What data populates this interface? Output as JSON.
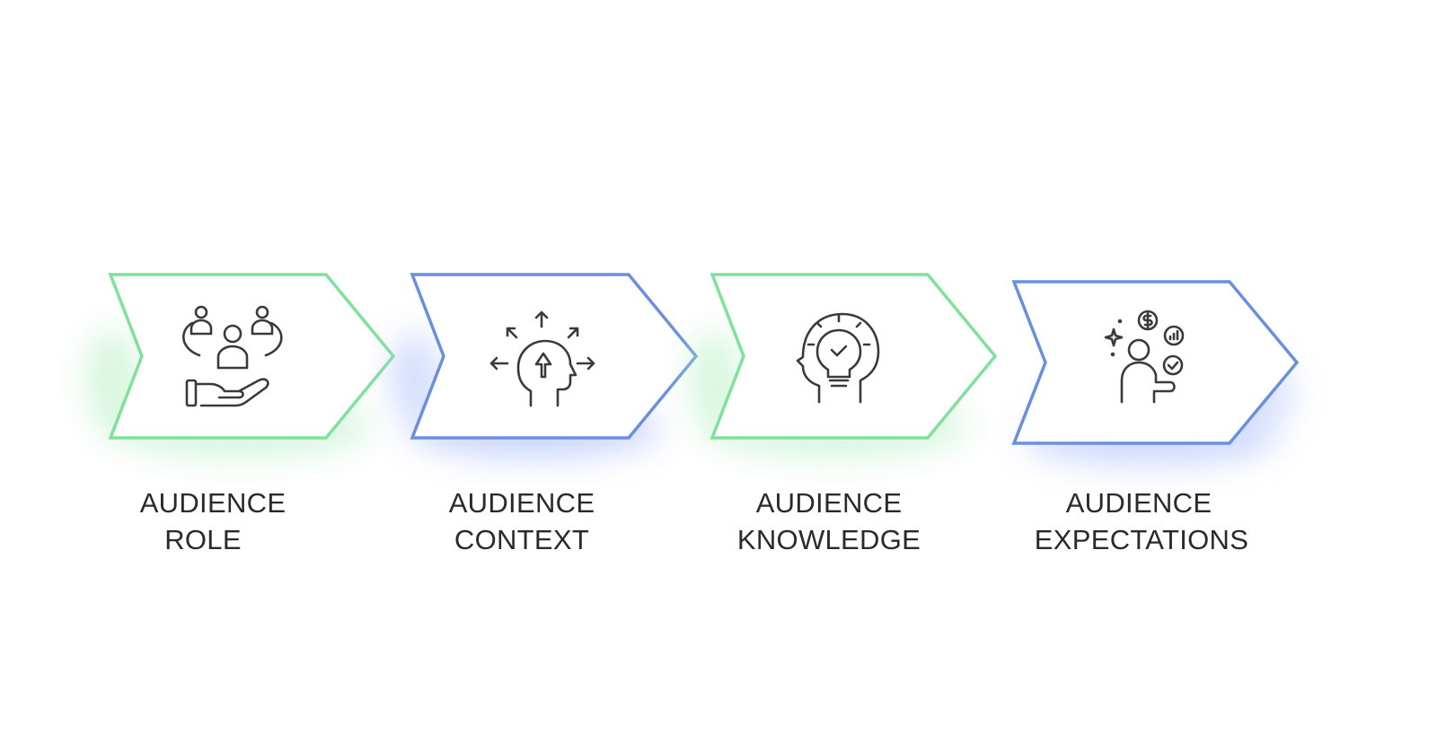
{
  "steps": [
    {
      "line1": "AUDIENCE",
      "line2": "ROLE",
      "color": "#7ee29a",
      "icon": "hand-holding-people-icon"
    },
    {
      "line1": "AUDIENCE",
      "line2": "CONTEXT",
      "color": "#6a8fe0",
      "icon": "head-with-arrows-icon"
    },
    {
      "line1": "AUDIENCE",
      "line2": "KNOWLEDGE",
      "color": "#7ee29a",
      "icon": "head-with-lightbulb-icon"
    },
    {
      "line1": "AUDIENCE",
      "line2": "EXPECTATIONS",
      "color": "#6a8fe0",
      "icon": "person-with-expectations-icon"
    }
  ]
}
